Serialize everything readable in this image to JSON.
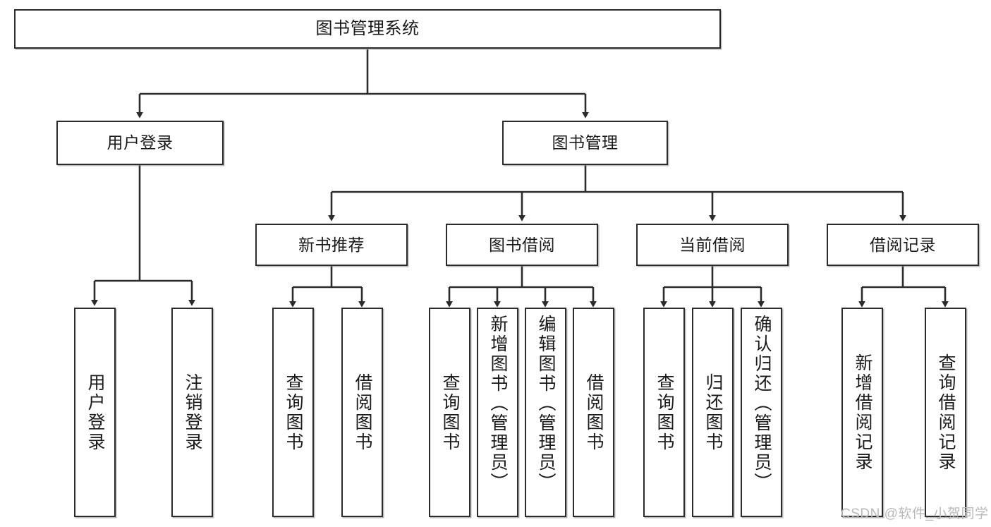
{
  "diagram": {
    "type": "tree-hierarchy-chart",
    "title": "图书管理系统",
    "colors": {
      "background": "#ffffff",
      "box_border": "#2b2b2b",
      "box_fill": "#ffffff",
      "connector": "#2b2b2b",
      "watermark": "#b9b9b9"
    },
    "levels": {
      "level1": [
        "图书管理系统"
      ],
      "level2": [
        "用户登录",
        "图书管理"
      ],
      "level3": [
        "新书推荐",
        "图书借阅",
        "当前借阅",
        "借阅记录"
      ],
      "level4": [
        "用户登录",
        "注销登录",
        "查询图书",
        "借阅图书",
        "查询图书",
        "新增图书（管理员）",
        "编辑图书（管理员）",
        "借阅图书",
        "查询图书",
        "归还图书",
        "确认归还（管理员）",
        "新增借阅记录",
        "查询借阅记录"
      ]
    }
  },
  "nodes": {
    "root": {
      "label": "图书管理系统"
    },
    "user_login": {
      "label": "用户登录"
    },
    "book_manage": {
      "label": "图书管理"
    },
    "new_book_rec": {
      "label": "新书推荐"
    },
    "book_borrow": {
      "label": "图书借阅"
    },
    "current_borrow": {
      "label": "当前借阅"
    },
    "borrow_record": {
      "label": "借阅记录"
    },
    "leaf_user_login": {
      "label": "用户登录"
    },
    "leaf_logout": {
      "label": "注销登录"
    },
    "leaf_query_book_1": {
      "label": "查询图书"
    },
    "leaf_borrow_book_1": {
      "label": "借阅图书"
    },
    "leaf_query_book_2": {
      "label": "查询图书"
    },
    "leaf_add_book": {
      "label": "新增图书（管理员）"
    },
    "leaf_edit_book": {
      "label": "编辑图书（管理员）"
    },
    "leaf_borrow_book_2": {
      "label": "借阅图书"
    },
    "leaf_query_book_3": {
      "label": "查询图书"
    },
    "leaf_return_book": {
      "label": "归还图书"
    },
    "leaf_confirm_return": {
      "label": "确认归还（管理员）"
    },
    "leaf_add_record": {
      "label": "新增借阅记录"
    },
    "leaf_query_record": {
      "label": "查询借阅记录"
    }
  },
  "watermark": {
    "text": "CSDN @软件_小贺同学"
  }
}
